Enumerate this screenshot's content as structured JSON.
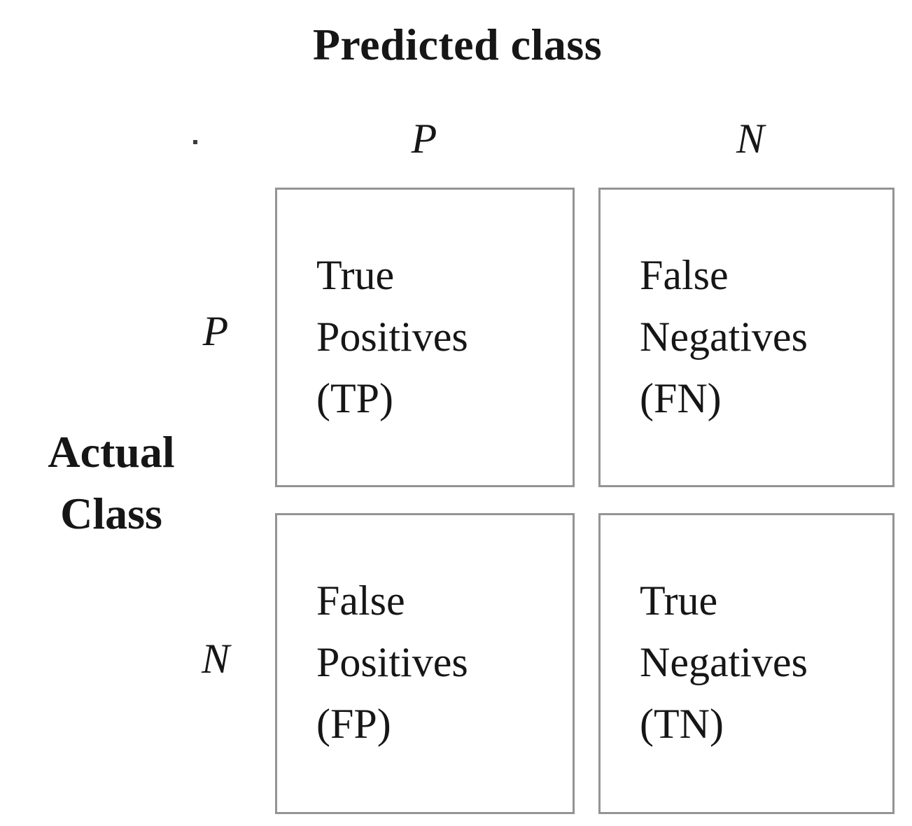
{
  "figure": {
    "type": "confusion-matrix",
    "title": "Predicted class",
    "row_group_label": {
      "line1": "Actual",
      "line2": "Class"
    },
    "column_headers": [
      {
        "key": "P",
        "label": "P"
      },
      {
        "key": "N",
        "label": "N"
      }
    ],
    "row_headers": [
      {
        "key": "P",
        "label": "P"
      },
      {
        "key": "N",
        "label": "N"
      }
    ],
    "cells": [
      {
        "id": "tp",
        "actual": "P",
        "predicted": "P",
        "line1": "True",
        "line2": "Positives",
        "line3": "(TP)",
        "abbreviation": "TP"
      },
      {
        "id": "fn",
        "actual": "P",
        "predicted": "N",
        "line1": "False",
        "line2": "Negatives",
        "line3": "(FN)",
        "abbreviation": "FN"
      },
      {
        "id": "fp",
        "actual": "N",
        "predicted": "P",
        "line1": "False",
        "line2": "Positives",
        "line3": "(FP)",
        "abbreviation": "FP"
      },
      {
        "id": "tn",
        "actual": "N",
        "predicted": "N",
        "line1": "True",
        "line2": "Negatives",
        "line3": "(TN)",
        "abbreviation": "TN"
      }
    ],
    "colors": {
      "background": "#ffffff",
      "text": "#161616",
      "cell_border": "#949494",
      "artifact_dot": "#3c3c3c"
    }
  }
}
